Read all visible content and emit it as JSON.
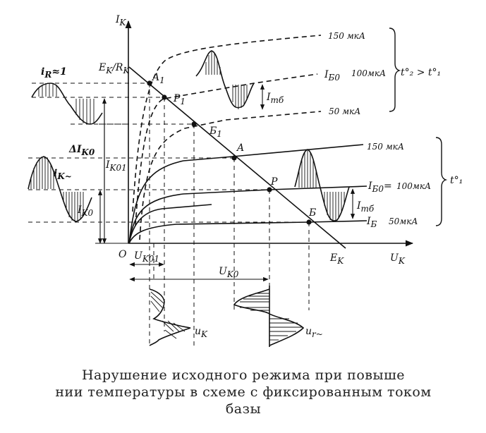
{
  "axes": {
    "y_label": "I",
    "y_sub": "K",
    "x_label": "U",
    "x_sub": "K",
    "origin": "O"
  },
  "load_line": {
    "top_label": "E",
    "top_sub": "K",
    "top_suffix": "/R",
    "top_suffix_sub": "K",
    "bottom_label": "E",
    "bottom_sub": "K"
  },
  "curves_t2": {
    "c150": "150 мкА",
    "c100": "100мкА",
    "ib0": "I",
    "ib0_sub": "Б0",
    "c50": "50 мкА",
    "condition": "t°₂ > t°₁"
  },
  "curves_t1": {
    "c150": "150 мкА",
    "c100": "100мкА",
    "ib0": "I",
    "ib0_sub": "Б0",
    "ib0_eq": "=",
    "ib": "I",
    "ib_sub": "Б",
    "c50": "50мкА",
    "condition": "t°₁"
  },
  "points": {
    "a1": "A",
    "a1_sub": "1",
    "p1": "P",
    "p1_sub": "1",
    "b1": "Б",
    "b1_sub": "1",
    "a": "A",
    "p": "P",
    "b": "Б"
  },
  "annotations": {
    "imb_top": "I",
    "imb_top_sub": "mб",
    "imb_bottom": "I",
    "imb_bottom_sub": "mб",
    "ir1": "i",
    "ir1_sub": "R",
    "ir1_suffix": "≈1",
    "ik_tilde": "i",
    "ik_tilde_sub": "K~",
    "delta_ik0": "ΔI",
    "delta_ik0_sub": "K0",
    "ik01": "I",
    "ik01_sub": "K01",
    "ik0": "I",
    "ik0_sub": "K0",
    "uk01": "U",
    "uk01_sub": "K01",
    "uk0": "U",
    "uk0_sub": "K0",
    "uk_wave": "u",
    "uk_wave_sub": "K",
    "ur_wave": "u",
    "ur_wave_sub": "r~"
  },
  "caption": {
    "line1": "Нарушение исходного режима при повыше",
    "line2": "нии температуры в схеме с фиксированным током",
    "line3": "базы"
  }
}
